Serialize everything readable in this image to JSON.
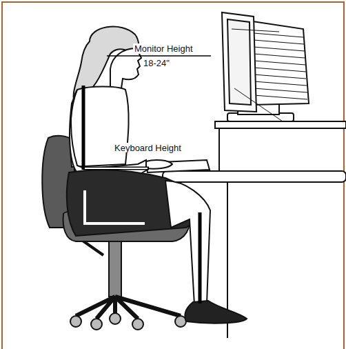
{
  "diagram": {
    "labels": [
      "Monitor Height",
      "18-24\"",
      "Keyboard Height"
    ]
  }
}
